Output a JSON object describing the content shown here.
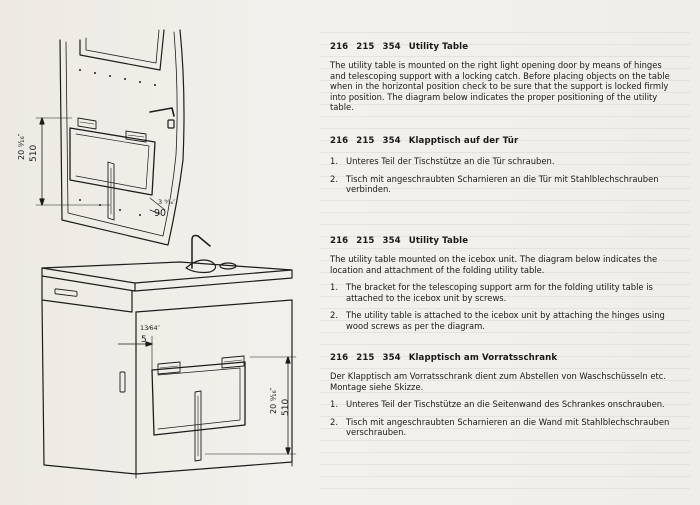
{
  "illustration_labels": {
    "top_dim_inch": "20 ⁹⁄₁₆″",
    "top_dim_mm": "510",
    "top_angle_inch": "3 ⁹⁄₁₆″",
    "top_angle_mm": "90",
    "bottom_left_inch": "13⁄64″",
    "bottom_left_mm": "5",
    "bottom_dim_inch": "20 ⁹⁄₁₆″",
    "bottom_dim_mm": "510"
  },
  "sections": [
    {
      "code": [
        "216",
        "215",
        "354"
      ],
      "title": "Utility Table",
      "paragraph": "The utility table is mounted on  the right light opening door by means of hinges and telescoping support with a locking catch. Before placing objects on the table when in the horizontal position check to be sure that the support is locked firmly into position. The diagram below indicates the proper positioning of the utility table.",
      "steps": []
    },
    {
      "code": [
        "216",
        "215",
        "354"
      ],
      "title": "Klapptisch auf der Tür",
      "paragraph": "",
      "steps": [
        {
          "num": "1.",
          "text": "Unteres Teil der Tischstütze an die Tür schrauben."
        },
        {
          "num": "2.",
          "text": "Tisch mit angeschraubten Scharnieren an die Tür mit Stahlblech­schrauben verbinden."
        }
      ]
    },
    {
      "code": [
        "216",
        "215",
        "354"
      ],
      "title": "Utility Table",
      "paragraph": "The utility table mounted on the icebox unit. The diagram below indicates  the location and attachment of the folding utility table.",
      "steps": [
        {
          "num": "1.",
          "text": "The bracket for the telescoping support arm for the folding utility table is attached to the icebox unit by screws."
        },
        {
          "num": "2.",
          "text": "The utility table is attached to the icebox unit by attaching the hinges using wood screws as per the diagram."
        }
      ]
    },
    {
      "code": [
        "216",
        "215",
        "354"
      ],
      "title": "Klapptisch am Vorratsschrank",
      "paragraph": "Der Klapptisch am Vorratsschrank dient zum Abstellen von Wasch­schüsseln etc. Montage siehe Skizze.",
      "steps": [
        {
          "num": "1.",
          "text": "Unteres Teil der Tischstütze an die Seitenwand des Schrankes onschrauben."
        },
        {
          "num": "2.",
          "text": "Tisch mit angeschraubten Scharnieren an die Wand mit Stahl­blechschrauben verschrauben."
        }
      ]
    }
  ]
}
